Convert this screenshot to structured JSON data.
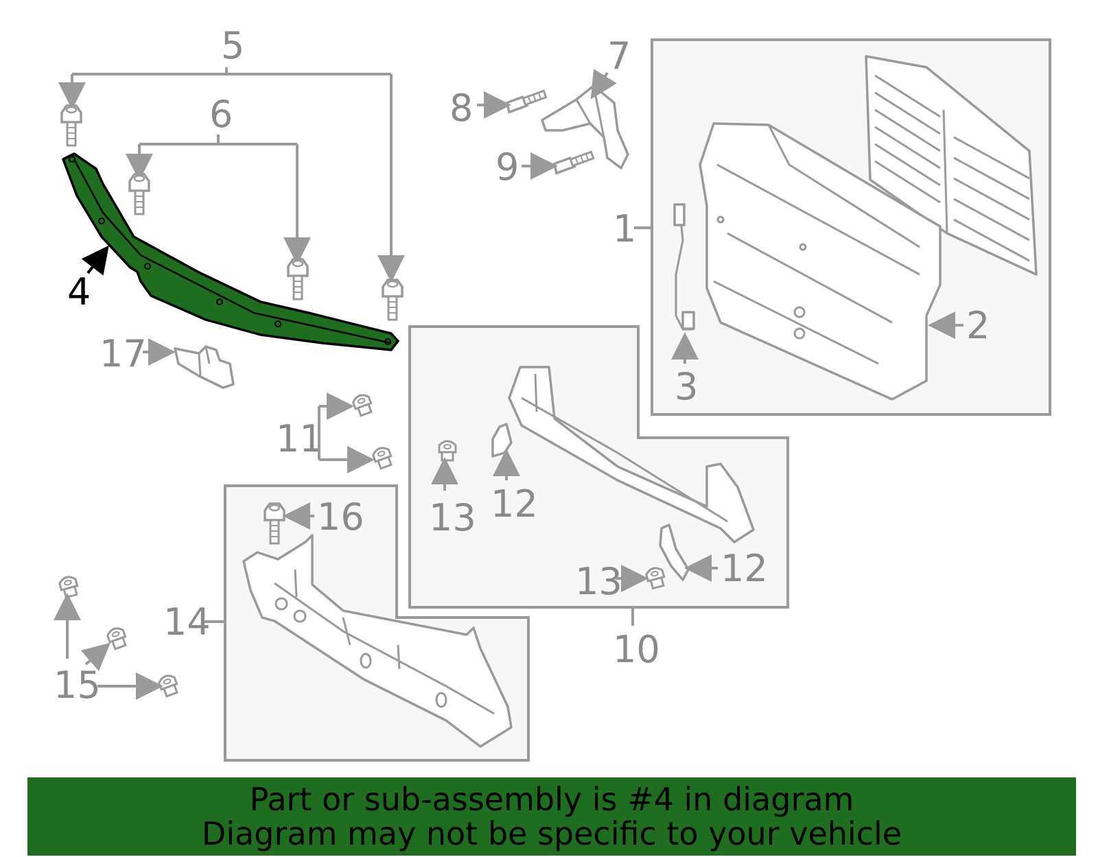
{
  "diagram": {
    "highlight_color": "#1f6e1f",
    "highlighted_part": "4",
    "callouts": [
      "1",
      "2",
      "3",
      "4",
      "5",
      "6",
      "7",
      "8",
      "9",
      "10",
      "11",
      "12",
      "12",
      "13",
      "13",
      "14",
      "15",
      "16",
      "17"
    ]
  },
  "banner": {
    "line1": "Part or sub-assembly is #4 in diagram",
    "line2": "Diagram may not be specific to your vehicle",
    "color": "#1f6e1f"
  }
}
